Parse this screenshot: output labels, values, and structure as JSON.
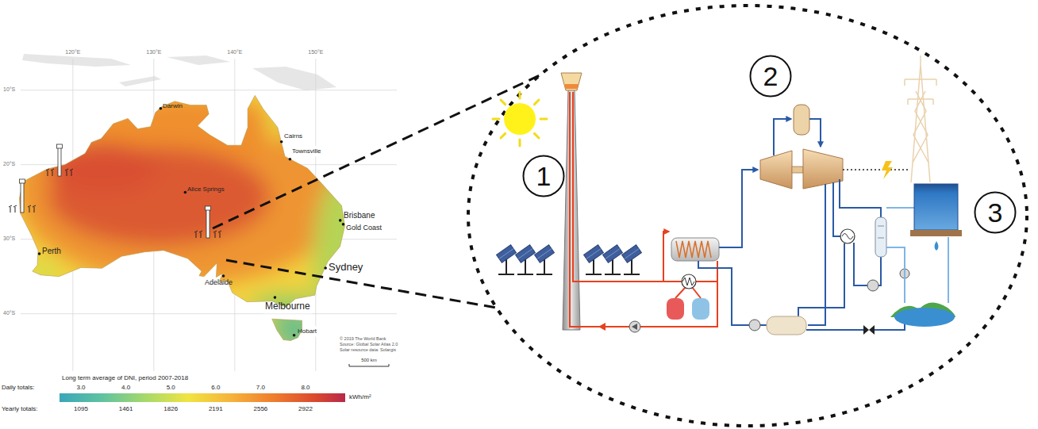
{
  "diagram": {
    "nodes": [
      {
        "text": [
          "1"
        ]
      },
      {
        "text": [
          "2"
        ]
      },
      {
        "text": [
          "3"
        ]
      }
    ],
    "labels": [
      "Darwin",
      "Cairns",
      "Townsville",
      "Alice Springs",
      "Brisbane",
      "Gold Coast",
      "Perth",
      "Adelaide",
      "Sydney",
      "Melbourne",
      "Hobart",
      "10°S",
      "20°S",
      "30°S",
      "40°S",
      "120°E",
      "130°E",
      "140°E",
      "150°E",
      "© 2019 The World Bank",
      "Source: Global Solar Atlas 2.0",
      "Solar resource data: Solargis",
      "500 km",
      "Long term average of DNI, period 2007-2018",
      "Daily totals:",
      "3.0",
      "4.0",
      "5.0",
      "6.0",
      "7.0",
      "8.0",
      "kWh/m²",
      "Yearly totals:",
      "1095",
      "1461",
      "1826",
      "2191",
      "2556",
      "2922"
    ]
  }
}
